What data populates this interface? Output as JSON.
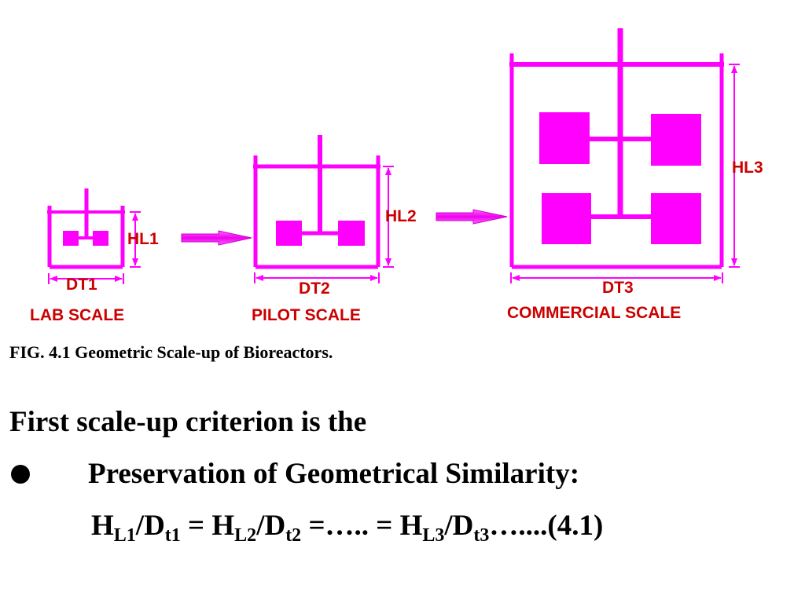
{
  "colors": {
    "vessel": "#ff00ff",
    "label": "#cc0000",
    "text": "#000000"
  },
  "diagram": {
    "lab": {
      "height_label": "HL1",
      "diameter_label": "DT1",
      "scale_label": "LAB SCALE"
    },
    "pilot": {
      "height_label": "HL2",
      "diameter_label": "DT2",
      "scale_label": "PILOT SCALE"
    },
    "commercial": {
      "height_label": "HL3",
      "diameter_label": "DT3",
      "scale_label": "COMMERCIAL SCALE"
    }
  },
  "caption": "FIG. 4.1 Geometric Scale-up of Bioreactors.",
  "text": {
    "line1": "First scale-up criterion is the",
    "bullet_item": "Preservation of Geometrical Similarity:",
    "equation": {
      "h1": "H",
      "h1_sub": "L1",
      "slash1": "/D",
      "d1_sub": "t1",
      "eq1": " = H",
      "h2_sub": "L2",
      "slash2": "/D",
      "d2_sub": "t2",
      "mid": " =….. = H",
      "h3_sub": "L3",
      "slash3": "/D",
      "d3_sub": "t3",
      "tail": "…....(4.1)"
    }
  }
}
